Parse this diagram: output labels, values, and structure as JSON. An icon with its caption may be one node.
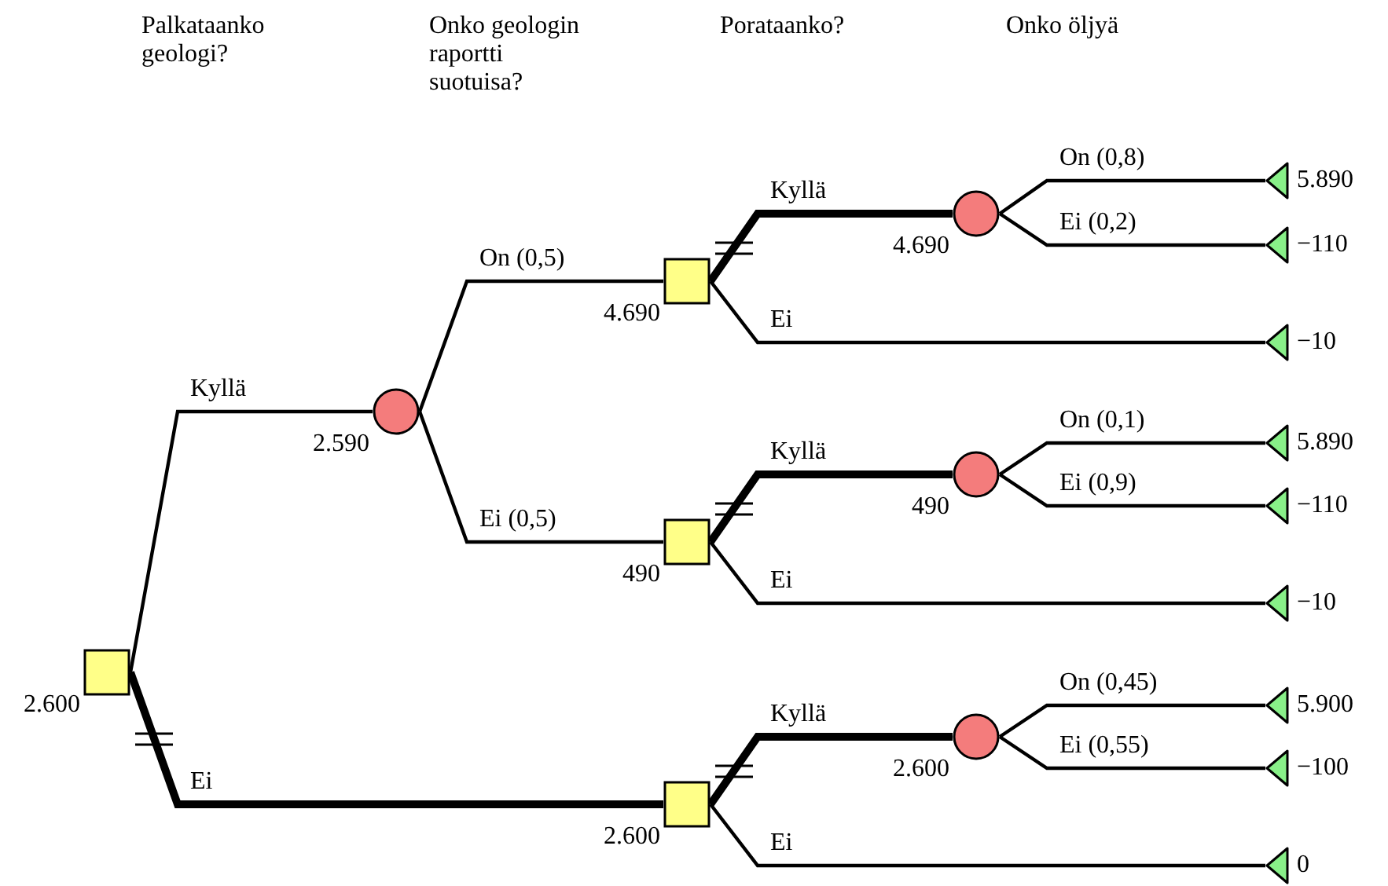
{
  "diagram": {
    "nodes": [
      {
        "text": [],
        "shape": "box",
        "beside": [
          "2.600"
        ]
      },
      {
        "text": [],
        "shape": "circle",
        "beside": [
          "2.590"
        ]
      },
      {
        "text": [],
        "shape": "box",
        "beside": [
          "4.690"
        ]
      },
      {
        "text": [],
        "shape": "circle",
        "beside": [
          "4.690"
        ]
      },
      {
        "text": [],
        "shape": "triangle",
        "beside": [
          "5.890"
        ]
      },
      {
        "text": [],
        "shape": "triangle",
        "beside": [
          "−110"
        ]
      },
      {
        "text": [],
        "shape": "triangle",
        "beside": [
          "−10"
        ]
      },
      {
        "text": [],
        "shape": "box",
        "beside": [
          "490"
        ]
      },
      {
        "text": [],
        "shape": "circle",
        "beside": [
          "490"
        ]
      },
      {
        "text": [],
        "shape": "triangle",
        "beside": [
          "5.890"
        ]
      },
      {
        "text": [],
        "shape": "triangle",
        "beside": [
          "−110"
        ]
      },
      {
        "text": [],
        "shape": "triangle",
        "beside": [
          "−10"
        ]
      },
      {
        "text": [],
        "shape": "box",
        "beside": [
          "2.600"
        ]
      },
      {
        "text": [],
        "shape": "circle",
        "beside": [
          "2.600"
        ]
      },
      {
        "text": [],
        "shape": "triangle",
        "beside": [
          "5.900"
        ]
      },
      {
        "text": [],
        "shape": "triangle",
        "beside": [
          "−100"
        ]
      },
      {
        "text": [],
        "shape": "triangle",
        "beside": [
          "0"
        ]
      }
    ],
    "edges": [
      {
        "from": 0,
        "to": 1,
        "arrow": "none",
        "label": "Kyllä"
      },
      {
        "from": 0,
        "to": 12,
        "arrow": "none",
        "label": "Ei",
        "style": "thick"
      },
      {
        "from": 1,
        "to": 2,
        "arrow": "none",
        "label": "On (0,5)"
      },
      {
        "from": 1,
        "to": 7,
        "arrow": "none",
        "label": "Ei (0,5)"
      },
      {
        "from": 2,
        "to": 3,
        "arrow": "none",
        "label": "Kyllä",
        "style": "thick"
      },
      {
        "from": 2,
        "to": 6,
        "arrow": "none",
        "label": "Ei"
      },
      {
        "from": 3,
        "to": 4,
        "arrow": "none",
        "label": "On (0,8)"
      },
      {
        "from": 3,
        "to": 5,
        "arrow": "none",
        "label": "Ei (0,2)"
      },
      {
        "from": 7,
        "to": 8,
        "arrow": "none",
        "label": "Kyllä",
        "style": "thick"
      },
      {
        "from": 7,
        "to": 11,
        "arrow": "none",
        "label": "Ei"
      },
      {
        "from": 8,
        "to": 9,
        "arrow": "none",
        "label": "On (0,1)"
      },
      {
        "from": 8,
        "to": 10,
        "arrow": "none",
        "label": "Ei (0,9)"
      },
      {
        "from": 12,
        "to": 13,
        "arrow": "none",
        "label": "Kyllä",
        "style": "thick"
      },
      {
        "from": 12,
        "to": 16,
        "arrow": "none",
        "label": "Ei"
      },
      {
        "from": 13,
        "to": 14,
        "arrow": "none",
        "label": "On (0,45)"
      },
      {
        "from": 13,
        "to": 15,
        "arrow": "none",
        "label": "Ei (0,55)"
      }
    ],
    "labels": [
      "Palkataanko geologi?",
      "Onko geologin raportti suotuisa?",
      "Porataanko?",
      "Onko öljyä"
    ]
  }
}
